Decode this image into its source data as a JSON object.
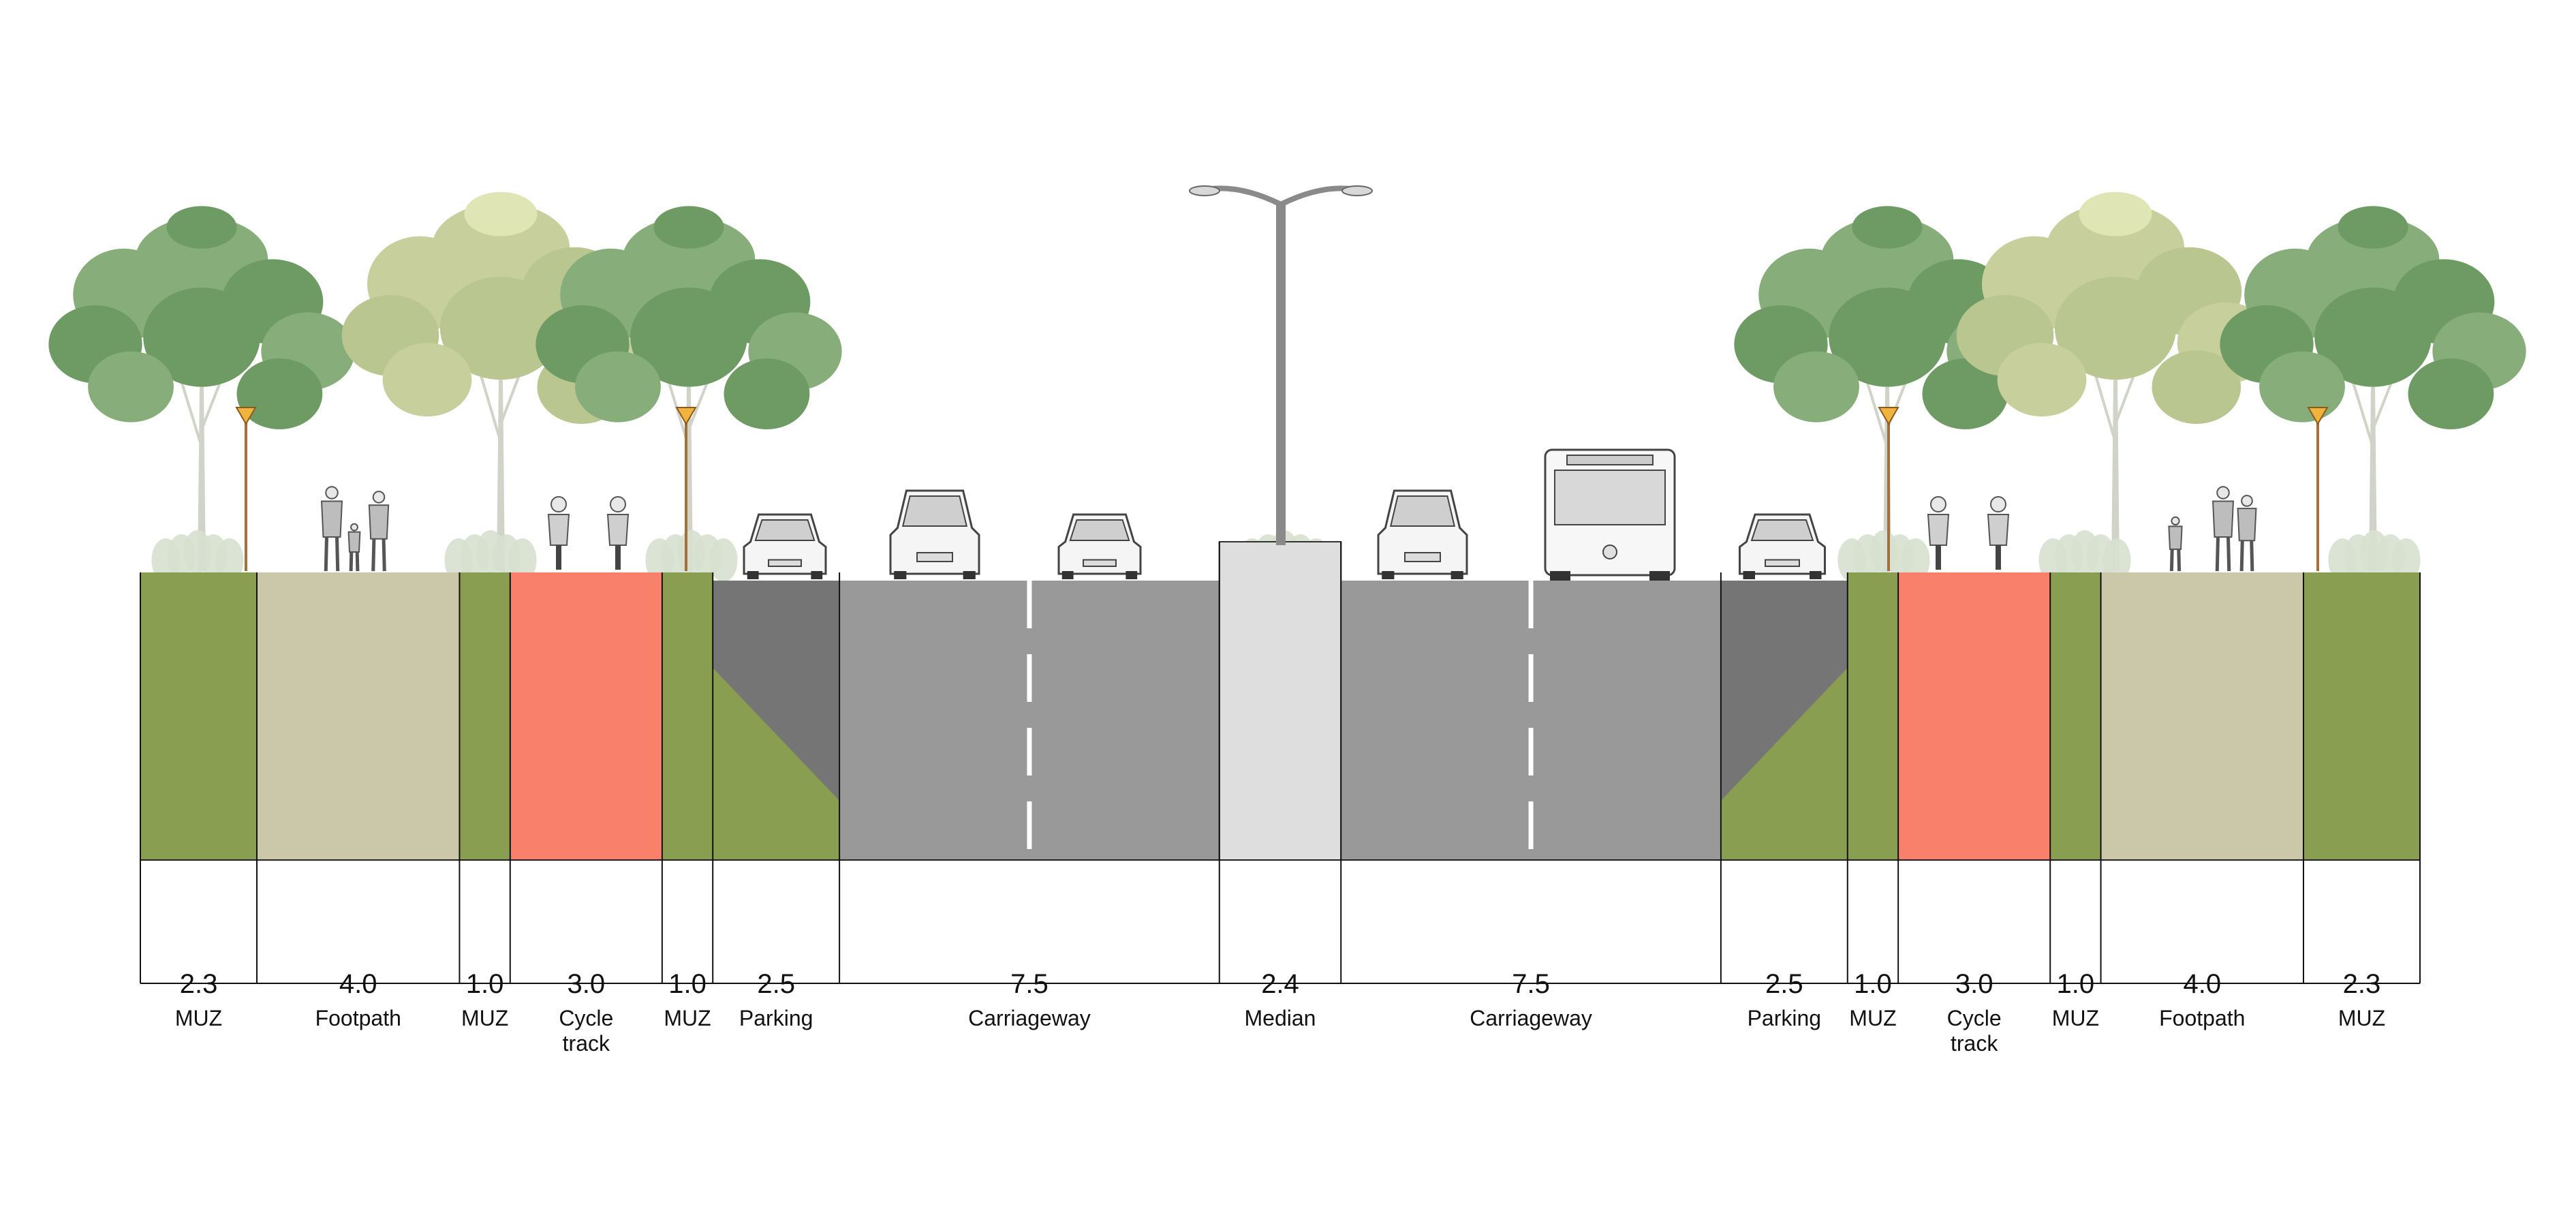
{
  "sections": [
    {
      "width": "2.3",
      "label": [
        "MUZ"
      ],
      "kind": "muz"
    },
    {
      "width": "4.0",
      "label": [
        "Footpath"
      ],
      "kind": "footpath"
    },
    {
      "width": "1.0",
      "label": [
        "MUZ"
      ],
      "kind": "muz"
    },
    {
      "width": "3.0",
      "label": [
        "Cycle",
        "track"
      ],
      "kind": "cycle"
    },
    {
      "width": "1.0",
      "label": [
        "MUZ"
      ],
      "kind": "muz"
    },
    {
      "width": "2.5",
      "label": [
        "Parking"
      ],
      "kind": "parking-left"
    },
    {
      "width": "7.5",
      "label": [
        "Carriageway"
      ],
      "kind": "carriageway"
    },
    {
      "width": "2.4",
      "label": [
        "Median"
      ],
      "kind": "median"
    },
    {
      "width": "7.5",
      "label": [
        "Carriageway"
      ],
      "kind": "carriageway"
    },
    {
      "width": "2.5",
      "label": [
        "Parking"
      ],
      "kind": "parking-right"
    },
    {
      "width": "1.0",
      "label": [
        "MUZ"
      ],
      "kind": "muz"
    },
    {
      "width": "3.0",
      "label": [
        "Cycle",
        "track"
      ],
      "kind": "cycle"
    },
    {
      "width": "1.0",
      "label": [
        "MUZ"
      ],
      "kind": "muz"
    },
    {
      "width": "4.0",
      "label": [
        "Footpath"
      ],
      "kind": "footpath"
    },
    {
      "width": "2.3",
      "label": [
        "MUZ"
      ],
      "kind": "muz"
    }
  ],
  "colors": {
    "muz": "#8a9e51",
    "footpath": "#cbc7a9",
    "cycle": "#f9806b",
    "parking": "#757575",
    "carriageway": "#999999",
    "median": "#dedede",
    "tree_dark": "#6e9a63",
    "tree_mid": "#86ad7a",
    "tree_light": "#c7d09d",
    "pole": "#8a8a8a"
  },
  "icons": [
    "tree-icon",
    "street-light-icon",
    "pedestrian-icon",
    "cyclist-icon",
    "car-icon",
    "suv-icon",
    "bus-icon",
    "shrub-icon"
  ]
}
